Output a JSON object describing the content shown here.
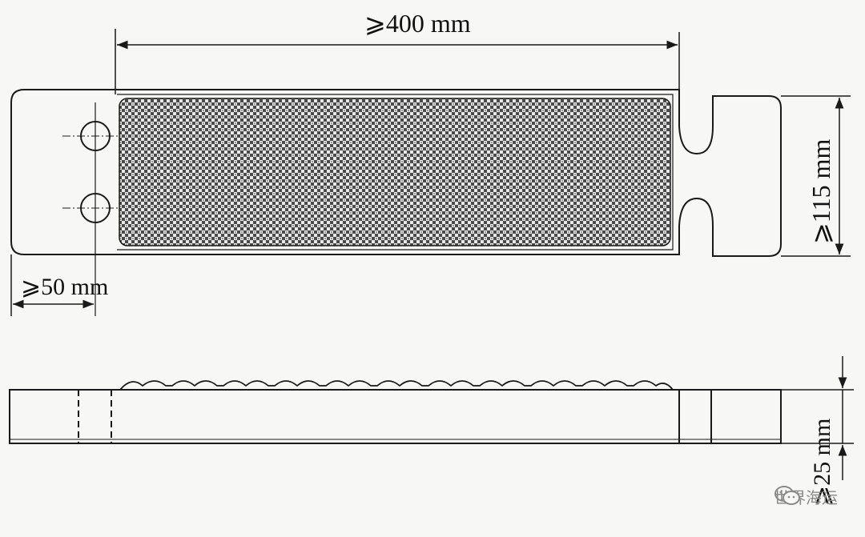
{
  "dimensions": {
    "length": "⩾400 mm",
    "width": "⩾115 mm",
    "edge_offset": "⩾50 mm",
    "thickness": "⩾25 mm"
  },
  "watermark": {
    "text": "世界海运",
    "icon": "wechat-icon"
  },
  "colors": {
    "line": "#1a1a1a",
    "background": "#f7f7f5",
    "texture": "#555555",
    "watermark": "#8a8a8a"
  }
}
